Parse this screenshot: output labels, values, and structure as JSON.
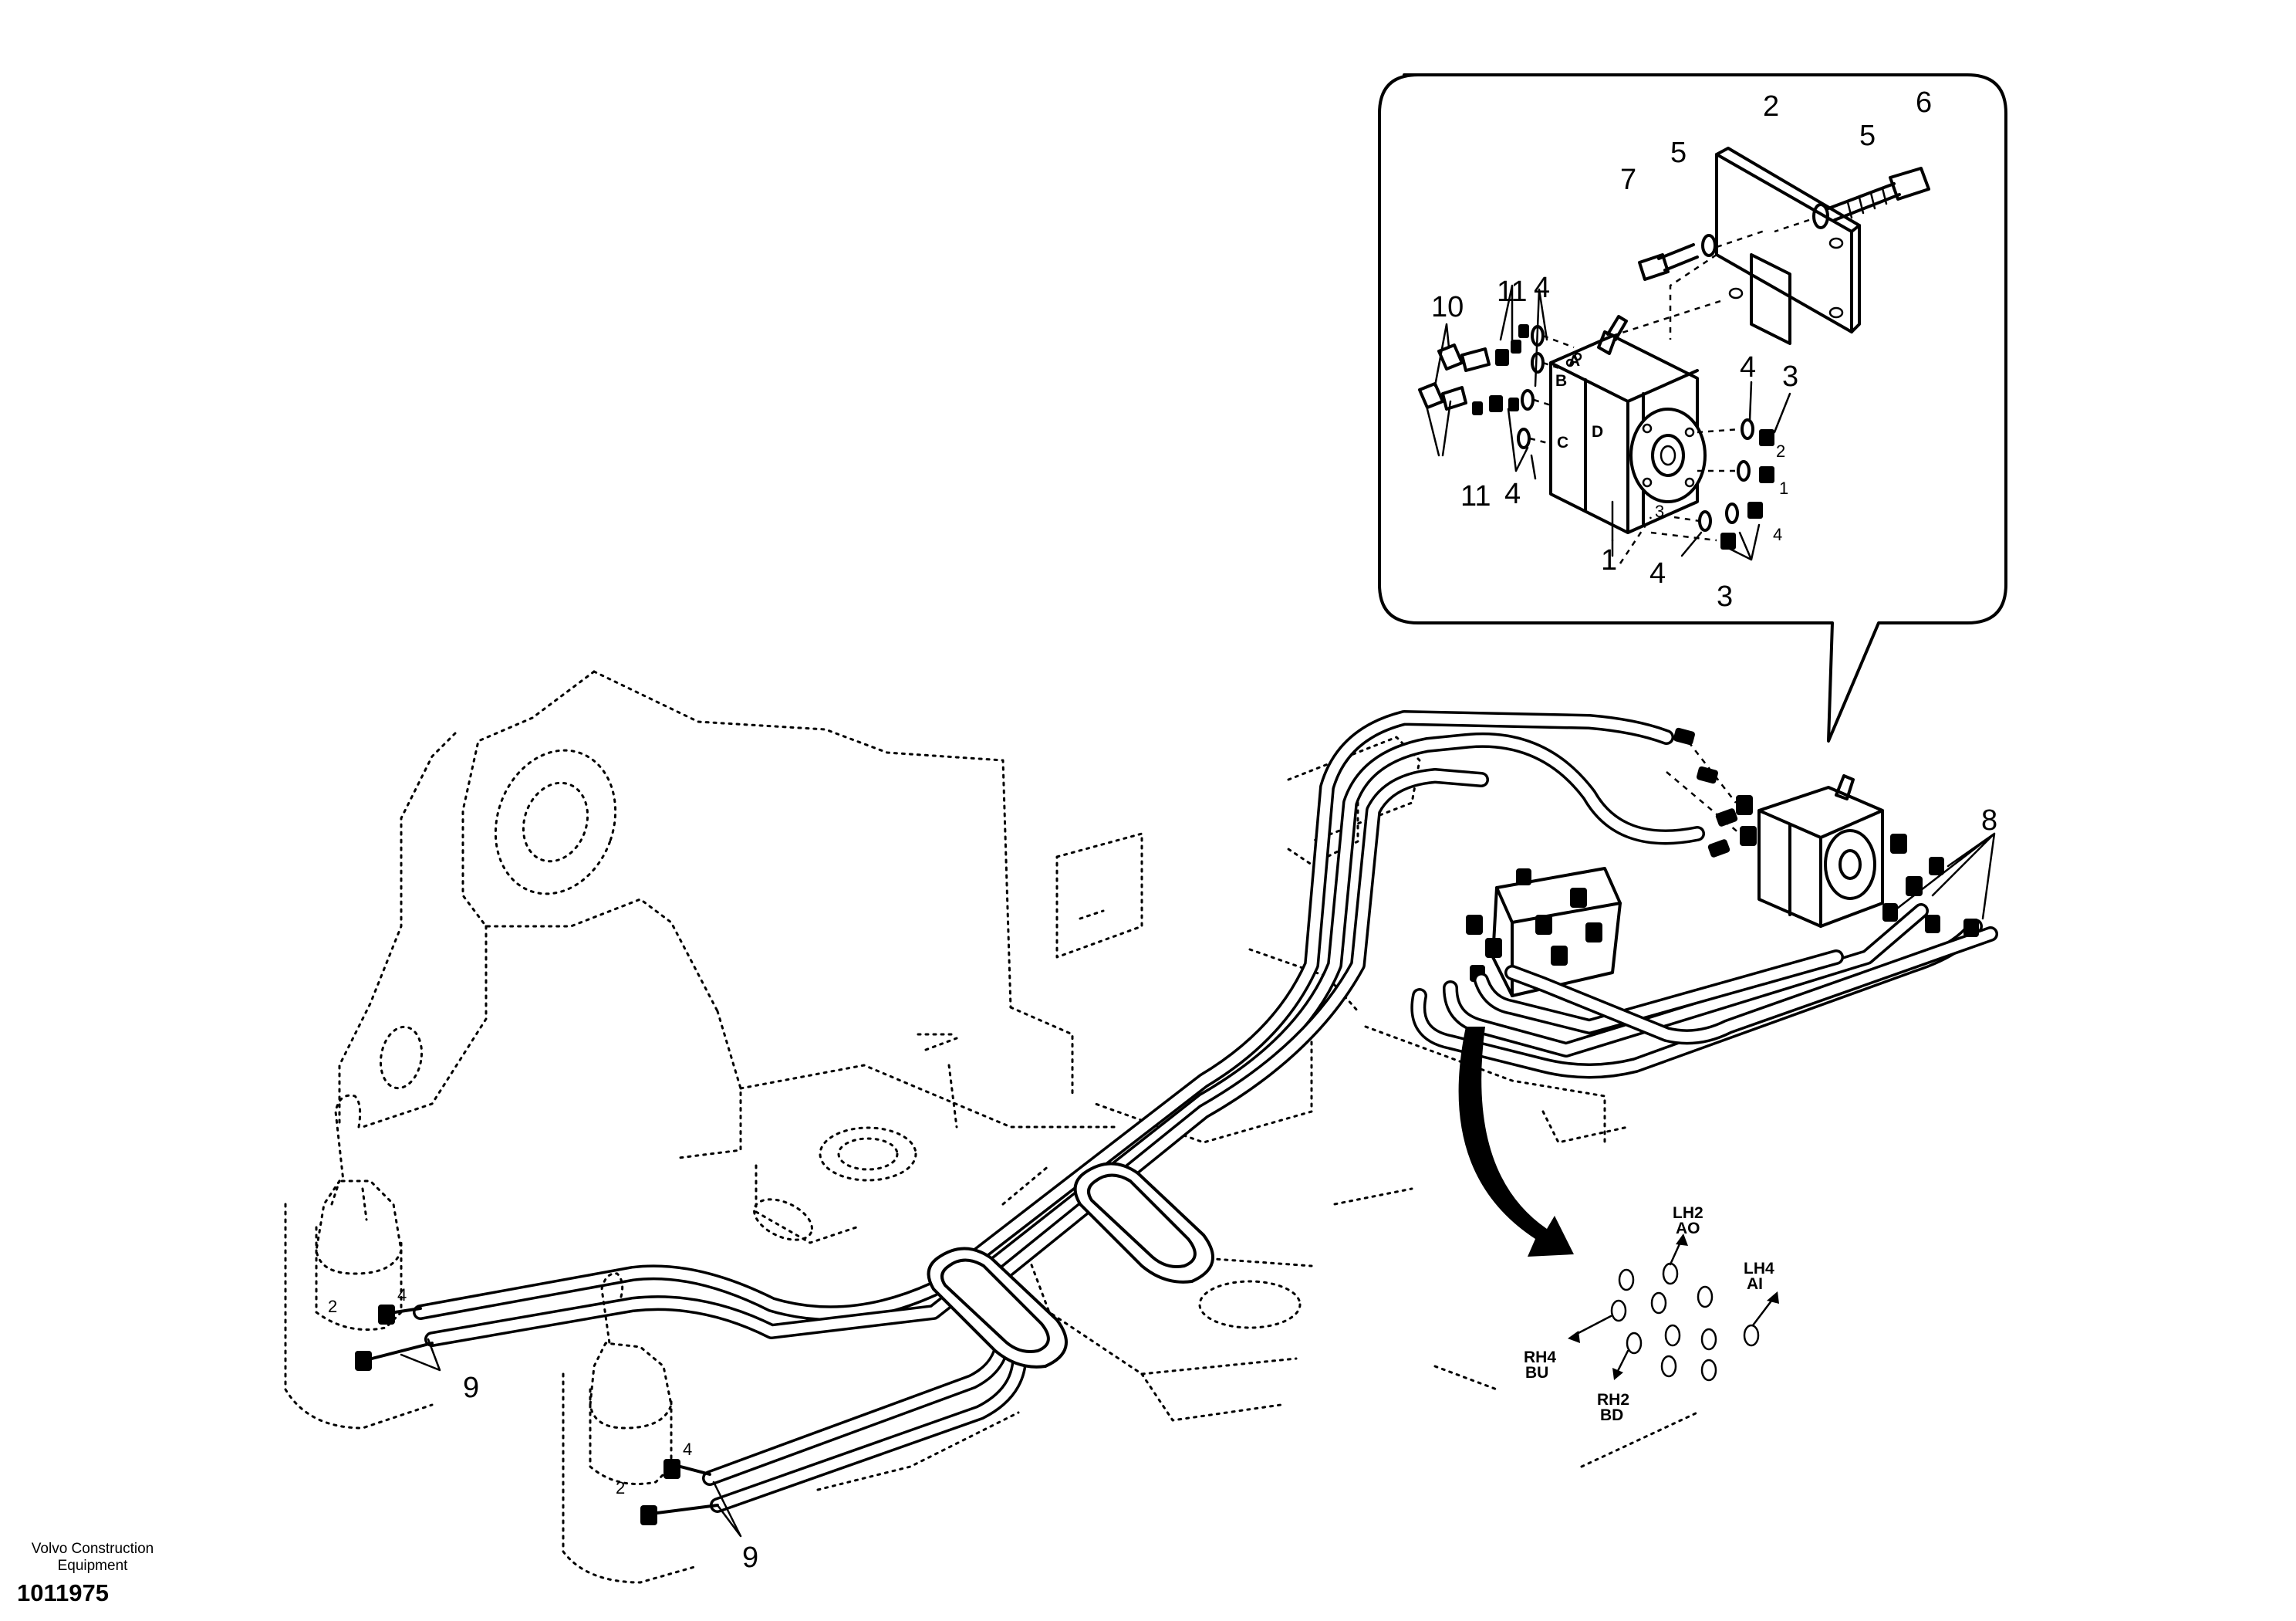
{
  "diagram": {
    "inset_callouts": {
      "c1": "1",
      "c2": "2",
      "c3a": "3",
      "c3b": "3",
      "c4a": "4",
      "c4b": "4",
      "c4c": "4",
      "c4d": "4",
      "c5a": "5",
      "c5b": "5",
      "c6": "6",
      "c7": "7",
      "c10": "10",
      "c11a": "11",
      "c11b": "11"
    },
    "valve_face_letters": {
      "a": "A",
      "b": "B",
      "c": "C",
      "d": "D"
    },
    "port_numbers": {
      "p2": "2",
      "p1": "1",
      "p3": "3",
      "p4": "4"
    },
    "main_callouts": {
      "c8": "8",
      "c9a": "9",
      "c9b": "9",
      "c2a": "2",
      "c2b": "2",
      "c4a": "4",
      "c4b": "4"
    },
    "port_labels": {
      "lh2": "LH2",
      "ao": "AO",
      "lh4": "LH4",
      "ai": "AI",
      "rh4": "RH4",
      "bu": "BU",
      "rh2": "RH2",
      "bd": "BD"
    }
  },
  "footer": {
    "brand_line1": "Volvo Construction",
    "brand_line2": "Equipment",
    "drawing_number": "1011975"
  }
}
